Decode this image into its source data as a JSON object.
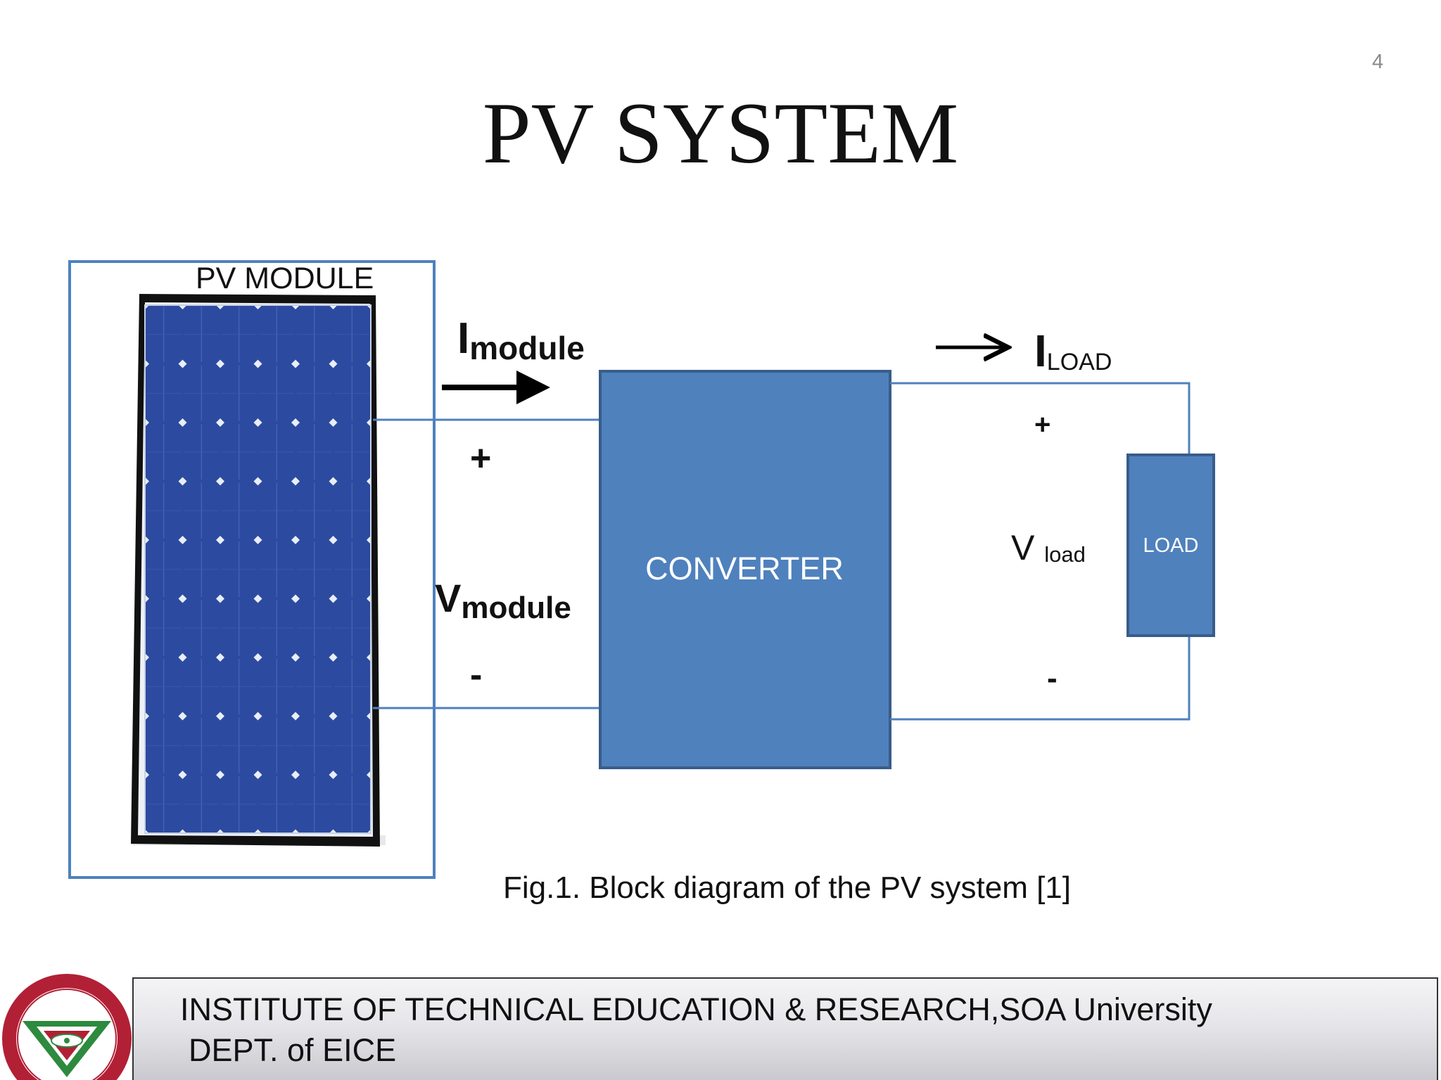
{
  "slide": {
    "number": "4",
    "title": "PV SYSTEM"
  },
  "diagram": {
    "pv_module_label": "PV MODULE",
    "i_module": {
      "main": "I",
      "sub": "module"
    },
    "v_module": {
      "main": "V",
      "sub": "module"
    },
    "plus_in": "+",
    "minus_in": "-",
    "converter_label": "CONVERTER",
    "i_load": {
      "main": "I",
      "sub": "LOAD"
    },
    "v_load": {
      "main": "V ",
      "sub": "load"
    },
    "plus_out": "+",
    "minus_out": "-",
    "load_label": "LOAD",
    "caption": "Fig.1. Block diagram of the PV system [1]"
  },
  "colors": {
    "block_fill": "#4f81bd",
    "block_border": "#385d8a",
    "frame_border": "#4f81bd",
    "panel_cell": "#2b4a9c"
  },
  "footer": {
    "line1": "INSTITUTE OF TECHNICAL EDUCATION & RESEARCH,SOA University",
    "line2": "DEPT. of EICE"
  }
}
